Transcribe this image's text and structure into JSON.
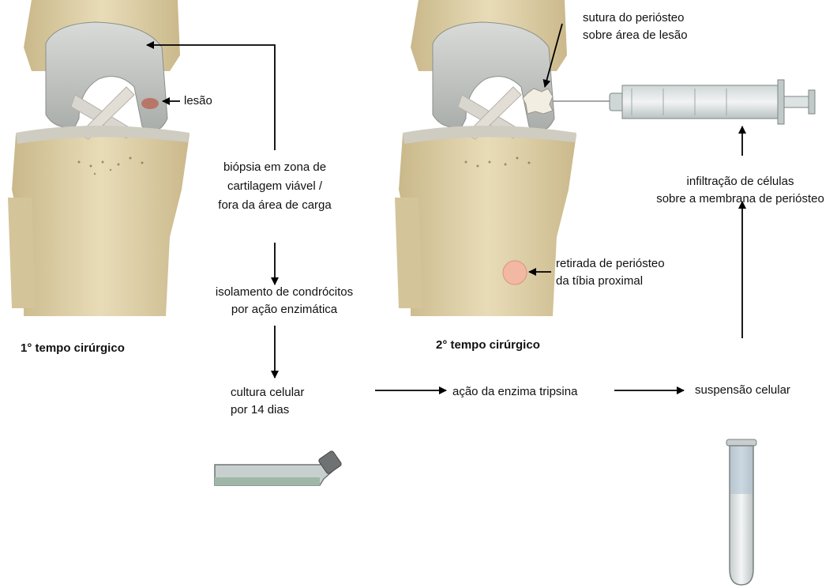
{
  "diagram": {
    "stage1": {
      "title": "1° tempo cirúrgico"
    },
    "stage2": {
      "title": "2° tempo cirúrgico"
    },
    "labels": {
      "lesion": "lesão",
      "biopsy": [
        "biópsia em zona de",
        "cartilagem viável /",
        "fora da área de carga"
      ],
      "isolation": [
        "isolamento de condrócitos",
        "por ação enzimática"
      ],
      "culture": [
        "cultura celular",
        "por 14  dias"
      ],
      "trypsin": "ação da enzima tripsina",
      "suspension": "suspensão celular",
      "infiltration": [
        "infiltração de células",
        "sobre a membrana de periósteo"
      ],
      "periosteum_harvest": [
        "retirada de periósteo",
        "da tíbia proximal"
      ],
      "suture": [
        "sutura do periósteo",
        "sobre área de lesão"
      ]
    }
  }
}
